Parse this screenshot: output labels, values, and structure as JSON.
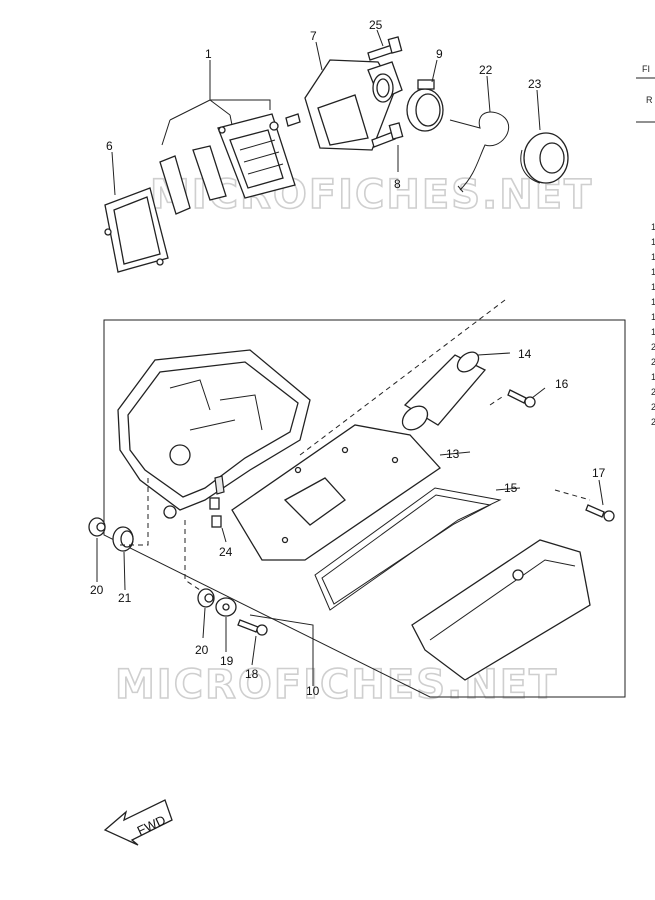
{
  "watermarks": [
    "MICROFICHES.NET",
    "MICROFICHES.NET"
  ],
  "callouts": {
    "p1": "1",
    "p6": "6",
    "p7": "7",
    "p8": "8",
    "p9": "9",
    "p10": "10",
    "p13": "13",
    "p14": "14",
    "p15": "15",
    "p16": "16",
    "p17": "17",
    "p18": "18",
    "p19": "19",
    "p20a": "20",
    "p20b": "20",
    "p21": "21",
    "p22": "22",
    "p23": "23",
    "p24": "24",
    "p25": "25"
  },
  "fwd_label": "FWD",
  "right_edge": {
    "header1": "FI",
    "header2": "R",
    "column": [
      "1",
      "1",
      "1",
      "1",
      "1",
      "1",
      "1",
      "1",
      "2",
      "2",
      "1",
      "2",
      "2",
      "2"
    ]
  }
}
